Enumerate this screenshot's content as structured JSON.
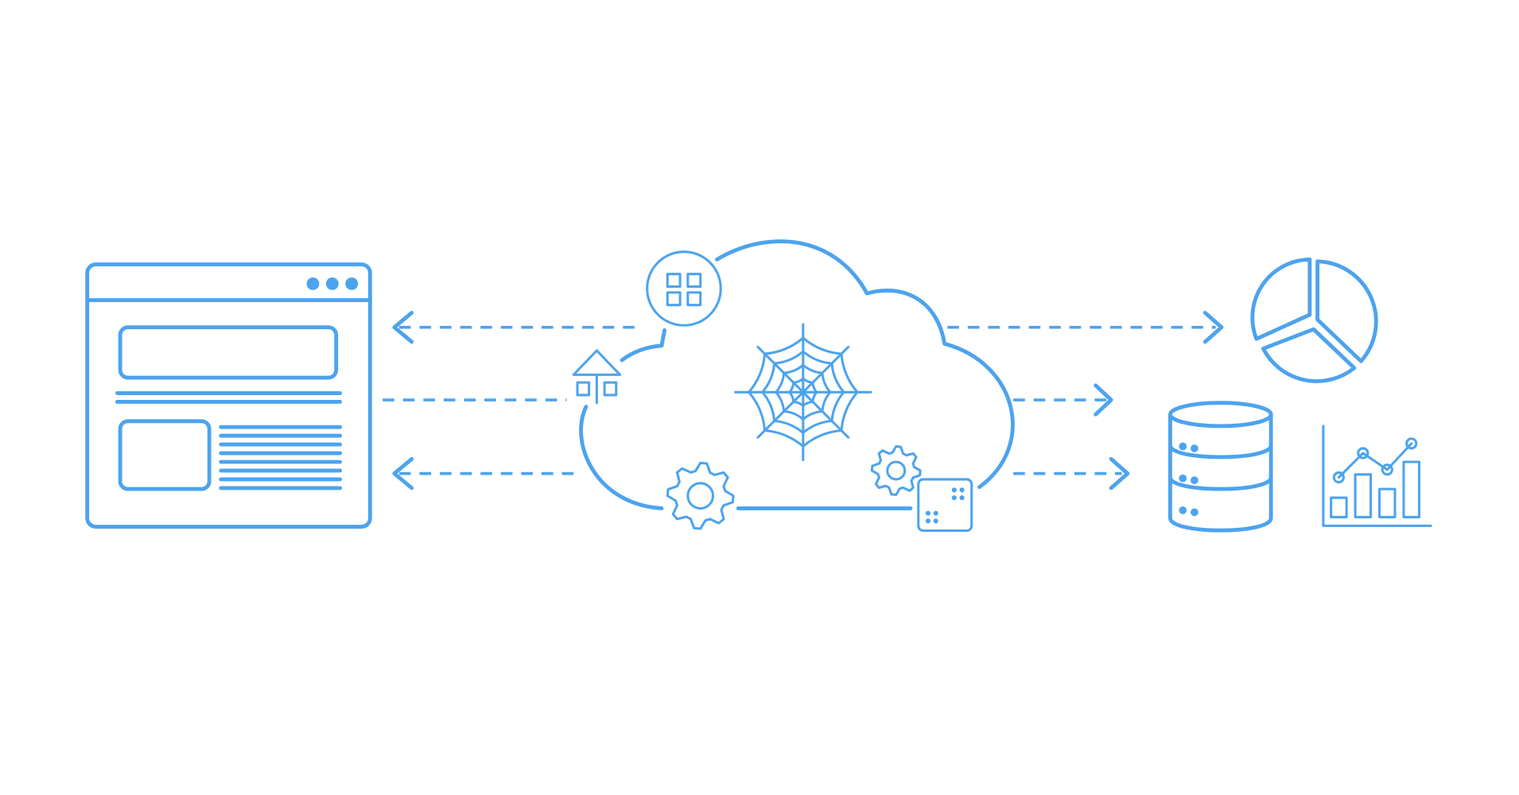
{
  "colors": {
    "stroke": "#4da3ee",
    "background": "#ffffff"
  },
  "elements": {
    "left": "browser-window-icon",
    "center": "cloud-icon",
    "cloud_contents": [
      "app-grid-icon",
      "house-network-icon",
      "spider-web-icon",
      "gear-icon",
      "small-gear-icon",
      "chip-box-icon"
    ],
    "right": [
      "pie-chart-icon",
      "database-icon",
      "bar-line-chart-icon"
    ],
    "connectors": [
      "dashed-arrow-left",
      "dashed-line",
      "dashed-arrow-left",
      "dashed-arrow-right",
      "dashed-arrow-right",
      "dashed-arrow-right"
    ]
  }
}
